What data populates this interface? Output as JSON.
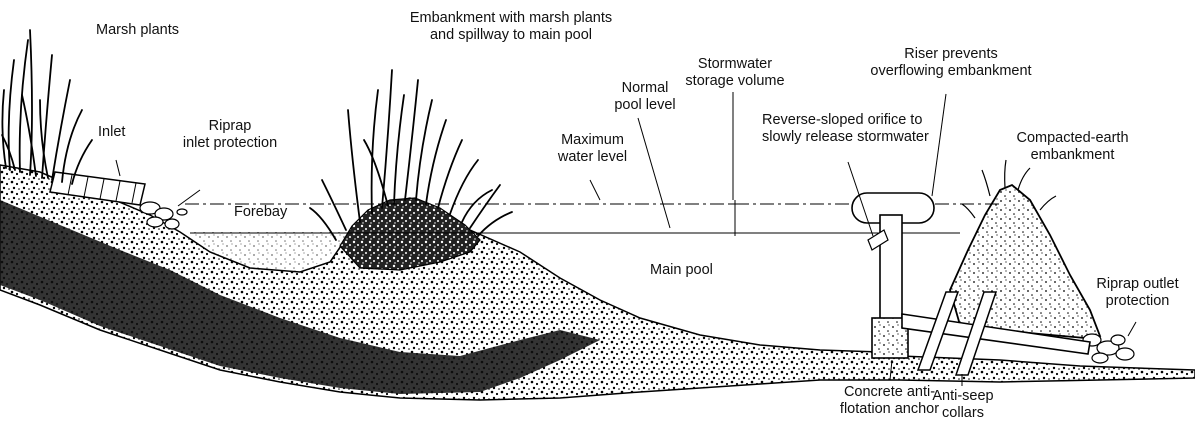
{
  "diagram": {
    "labels": {
      "marsh_plants": "Marsh plants",
      "embankment_marsh": "Embankment with marsh plants\nand spillway to main pool",
      "stormwater_storage": "Stormwater\nstorage volume",
      "riser": "Riser prevents\noverflowing embankment",
      "normal_pool": "Normal\npool level",
      "reverse_orifice": "Reverse-sloped orifice to\nslowly release stormwater",
      "inlet": "Inlet",
      "riprap_inlet": "Riprap\ninlet protection",
      "maximum_water": "Maximum\nwater level",
      "compacted_earth": "Compacted-earth\nembankment",
      "forebay": "Forebay",
      "main_pool": "Main pool",
      "riprap_outlet": "Riprap outlet\nprotection",
      "concrete_anchor": "Concrete anti-\nflotation anchor",
      "anti_seep": "Anti-seep\ncollars"
    }
  }
}
